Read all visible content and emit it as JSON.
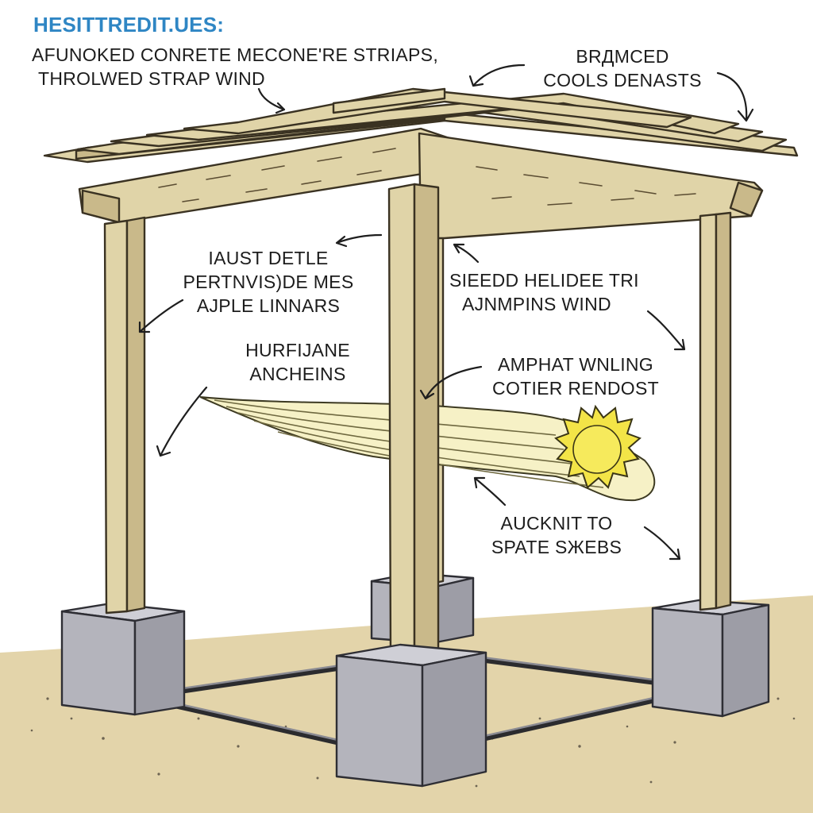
{
  "heading": "HESITTREDIT.UES:",
  "colors": {
    "heading": "#2f86c4",
    "ground": "#e3d4aa",
    "wood": "#e0d4a8",
    "concrete": "#b4b4bc",
    "sun": "#f3e447"
  },
  "labels": {
    "top_left": [
      "AFUNOKED CONRETE MECONE'RE STRIAPS,",
      "THROLWED STRAP WIND"
    ],
    "top_right": [
      "BRДMCED",
      "COOLS DENASTS"
    ],
    "mid_left": [
      "IAUST DETLE",
      "PERTNVIS)DE MES",
      "AJPLE LINNARS"
    ],
    "mid_right": [
      "SIEEDD HELIDEE TRI",
      "AJNMPINS WIND"
    ],
    "left_low": [
      "HURFIJANE",
      "ANCHEINS"
    ],
    "right_low": [
      "AMPHAT WNLING",
      "COTIER RENDOST"
    ],
    "bottom_right": [
      "AUCKNIT TO",
      "SPATE SЖEBS"
    ]
  },
  "icons": {
    "sun": "sun-icon",
    "wind": "wind-gust-icon",
    "arrows": "callout-arrow-icon"
  }
}
